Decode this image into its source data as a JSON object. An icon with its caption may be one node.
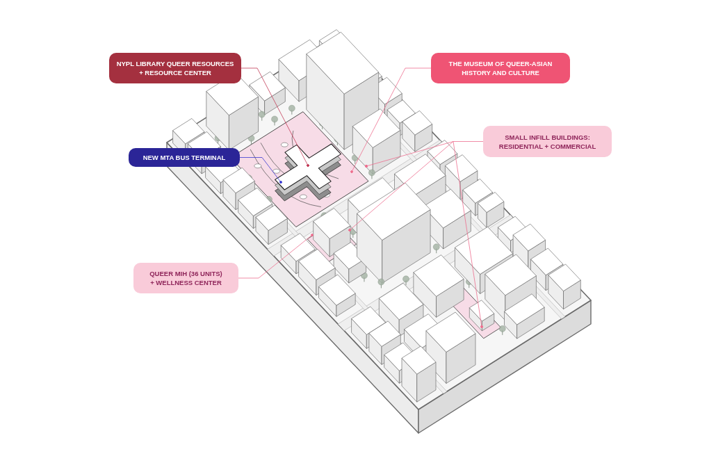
{
  "diagram": {
    "nodes": [
      {
        "text": [
          "NYPL LIBRARY QUEER RESOURCES + RESOURCE CENTER"
        ]
      },
      {
        "text": [
          "THE MUSEUM OF QUEER-ASIAN HISTORY AND CULTURE"
        ]
      },
      {
        "text": [
          "SMALL INFILL BUILDINGS: RESIDENTIAL + COMMERCIAL"
        ]
      },
      {
        "text": [
          "NEW MTA BUS TERMINAL"
        ]
      },
      {
        "text": [
          "QUEER MIH (36 UNITS) + WELLNESS CENTER"
        ]
      }
    ],
    "edges": [
      {
        "from": 0,
        "to": null,
        "arrow": "other",
        "color": "#c23b57"
      },
      {
        "from": 1,
        "to": null,
        "arrow": "other"
      },
      {
        "from": 2,
        "to": null,
        "arrow": "other"
      },
      {
        "from": 2,
        "to": null,
        "arrow": "other"
      },
      {
        "from": 2,
        "to": null,
        "arrow": "other"
      },
      {
        "from": 3,
        "to": null,
        "arrow": "other",
        "color": "#3b3bd1"
      },
      {
        "from": 4,
        "to": null,
        "arrow": "other"
      }
    ]
  }
}
